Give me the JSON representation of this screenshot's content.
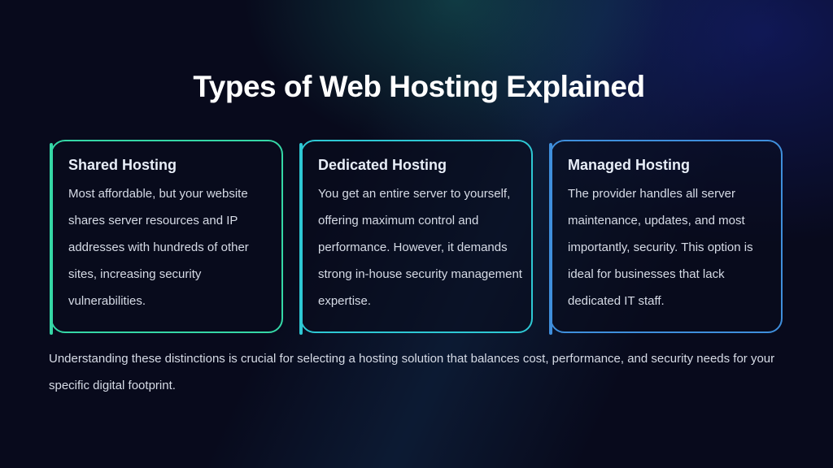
{
  "title": "Types of Web Hosting Explained",
  "cards": [
    {
      "heading": "Shared Hosting",
      "body": "Most affordable, but your website shares server resources and IP addresses with hundreds of other sites, increasing security vulnerabilities."
    },
    {
      "heading": "Dedicated Hosting",
      "body": "You get an entire server to yourself, offering maximum control and performance. However, it demands strong in-house security management expertise."
    },
    {
      "heading": "Managed Hosting",
      "body": "The provider handles all server maintenance, updates, and most importantly, security. This option is ideal for businesses that lack dedicated IT staff."
    }
  ],
  "footer": "Understanding these distinctions is crucial for selecting a hosting solution that balances cost, performance, and security needs for your specific digital footprint.",
  "colors": {
    "background": "#080a1c",
    "card1_accent": "#35d7a6",
    "card2_accent": "#2ec8d4",
    "card3_accent": "#3f8fdc"
  }
}
